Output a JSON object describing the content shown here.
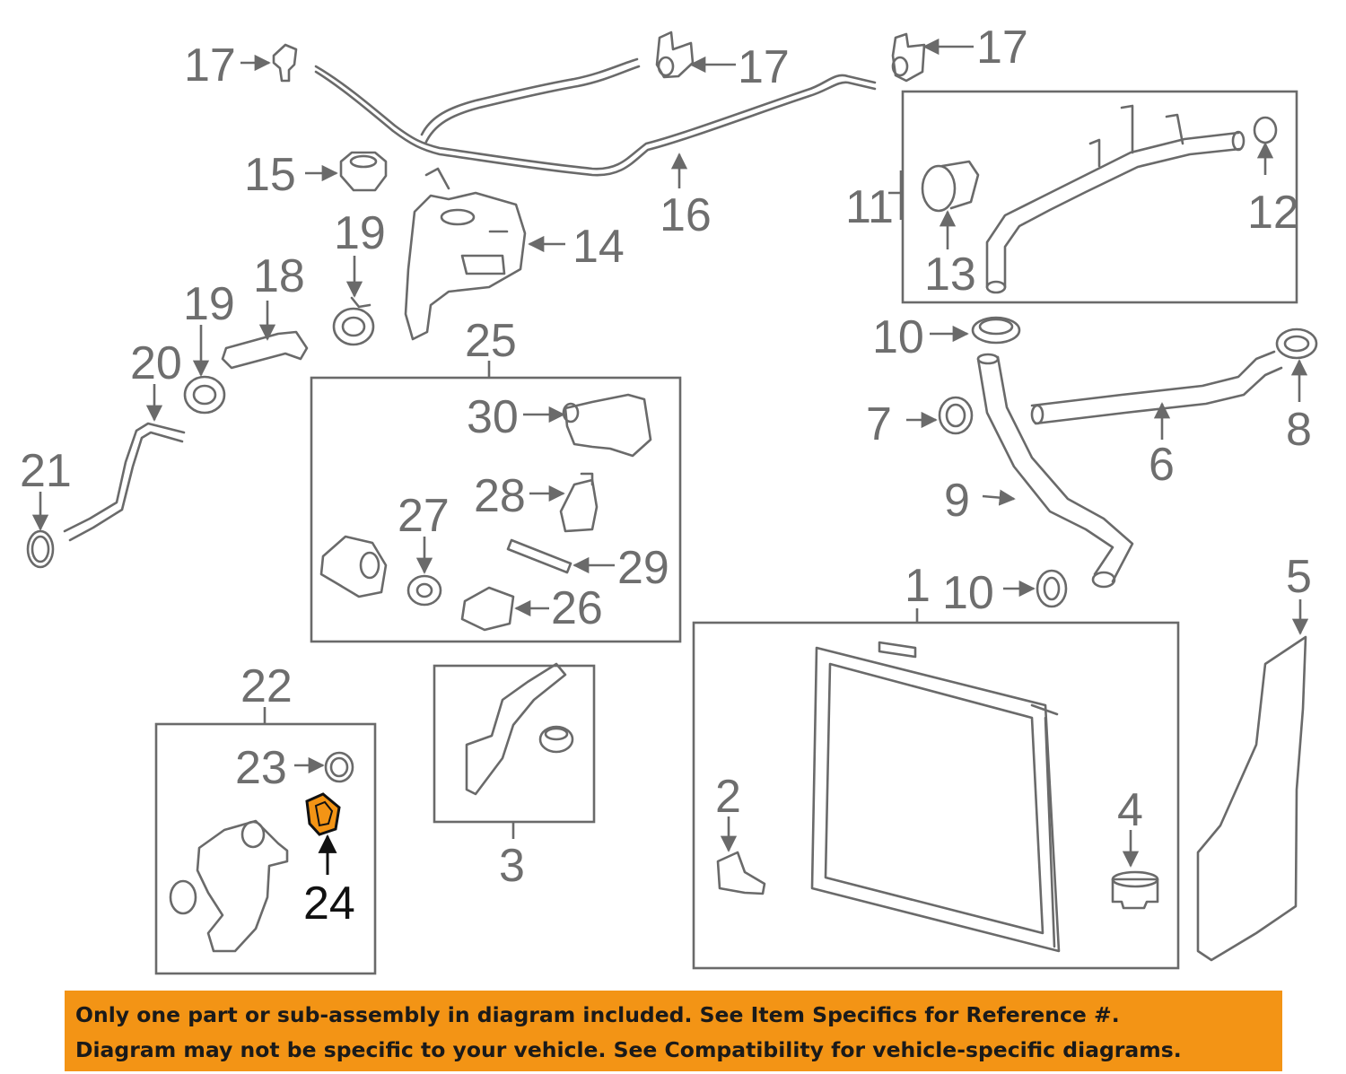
{
  "callouts": {
    "c1": "1",
    "c2": "2",
    "c3": "3",
    "c4": "4",
    "c5": "5",
    "c6": "6",
    "c7": "7",
    "c8": "8",
    "c9": "9",
    "c10a": "10",
    "c10b": "10",
    "c11": "11",
    "c12": "12",
    "c13": "13",
    "c14": "14",
    "c15": "15",
    "c16": "16",
    "c17a": "17",
    "c17b": "17",
    "c17c": "17",
    "c18": "18",
    "c19a": "19",
    "c19b": "19",
    "c20": "20",
    "c21": "21",
    "c22": "22",
    "c23": "23",
    "c24": "24",
    "c25": "25",
    "c26": "26",
    "c27": "27",
    "c28": "28",
    "c29": "29",
    "c30": "30"
  },
  "highlight": {
    "part": "24",
    "color": "#f39415"
  },
  "banner": {
    "line1": "Only one part or sub-assembly in diagram included. See Item Specifics for Reference #.",
    "line2": "Diagram may not be specific to your vehicle. See Compatibility for vehicle-specific diagrams.",
    "color": "#f39415"
  }
}
